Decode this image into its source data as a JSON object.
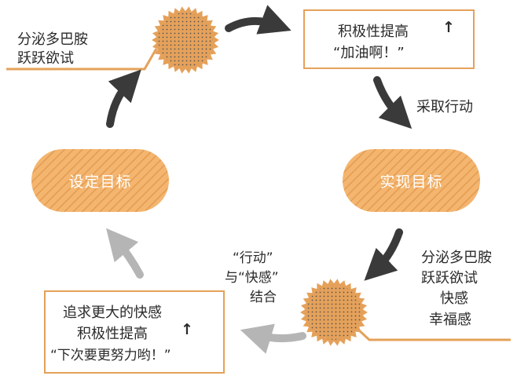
{
  "dopamine_top": {
    "line1": "分泌多巴胺",
    "line2": "跃跃欲试"
  },
  "box_top_right": {
    "line1": "积极性提高",
    "arrow": "↑",
    "line2": "“加油啊！”"
  },
  "action_label": "采取行动",
  "pill_left": "设定目标",
  "pill_right": "实现目标",
  "dopamine_bottom": {
    "line1": "分泌多巴胺",
    "line2": "跃跃欲试",
    "line3": "快感",
    "line4": "幸福感"
  },
  "combine_label": {
    "line1": "“行动”",
    "line2": "与“快感”",
    "line3": "结合"
  },
  "box_bottom_left": {
    "line1": "追求更大的快感",
    "line2": "积极性提高",
    "arrow": "↑",
    "line3": "“下次要更努力哟！”"
  },
  "colors": {
    "orange": "#e5a15a",
    "pill_fill": "#f4b56f",
    "dark_arrow": "#3a3a3a",
    "gray_arrow": "#b5b5b5",
    "text": "#2a2a2a"
  },
  "icons": {
    "neuron": "spiky-neuron-icon",
    "arrow": "curved-arrow-icon"
  }
}
